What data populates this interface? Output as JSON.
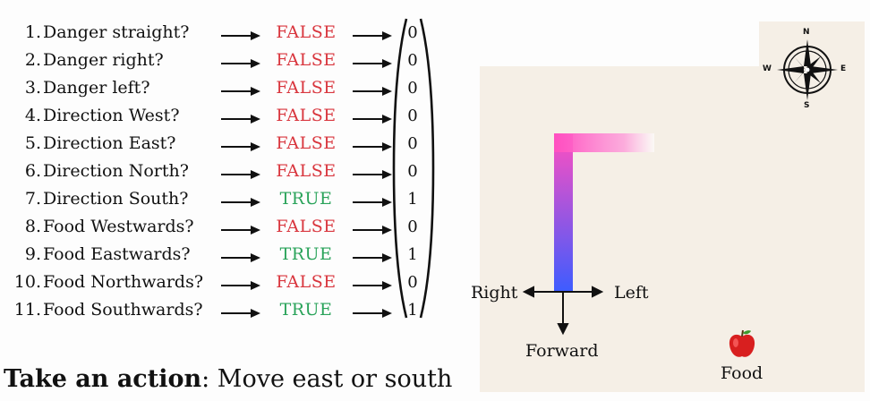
{
  "state_questions": [
    {
      "num": "1.",
      "text": "Danger straight?",
      "value": "FALSE",
      "bit": "0"
    },
    {
      "num": "2.",
      "text": "Danger right?",
      "value": "FALSE",
      "bit": "0"
    },
    {
      "num": "3.",
      "text": "Danger left?",
      "value": "FALSE",
      "bit": "0"
    },
    {
      "num": "4.",
      "text": "Direction West?",
      "value": "FALSE",
      "bit": "0"
    },
    {
      "num": "5.",
      "text": "Direction East?",
      "value": "FALSE",
      "bit": "0"
    },
    {
      "num": "6.",
      "text": "Direction North?",
      "value": "FALSE",
      "bit": "0"
    },
    {
      "num": "7.",
      "text": "Direction South?",
      "value": "TRUE",
      "bit": "1"
    },
    {
      "num": "8.",
      "text": "Food Westwards?",
      "value": "FALSE",
      "bit": "0"
    },
    {
      "num": "9.",
      "text": "Food Eastwards?",
      "value": "TRUE",
      "bit": "1"
    },
    {
      "num": "10.",
      "text": "Food Northwards?",
      "value": "FALSE",
      "bit": "0"
    },
    {
      "num": "11.",
      "text": "Food Southwards?",
      "value": "TRUE",
      "bit": "1"
    }
  ],
  "colors": {
    "false": "#d9363e",
    "true": "#2aa35a",
    "snake_head": "#3d5cff",
    "snake_tail": "#ff4fc0",
    "board": "#f5efe6"
  },
  "action": {
    "bold": "Take an action",
    "rest": ": Move east or south"
  },
  "board": {
    "right_label": "Right",
    "left_label": "Left",
    "forward_label": "Forward",
    "food_label": "Food",
    "food_icon": "apple-icon"
  },
  "compass": {
    "n": "N",
    "s": "S",
    "e": "E",
    "w": "W",
    "icon": "compass-rose-icon"
  }
}
